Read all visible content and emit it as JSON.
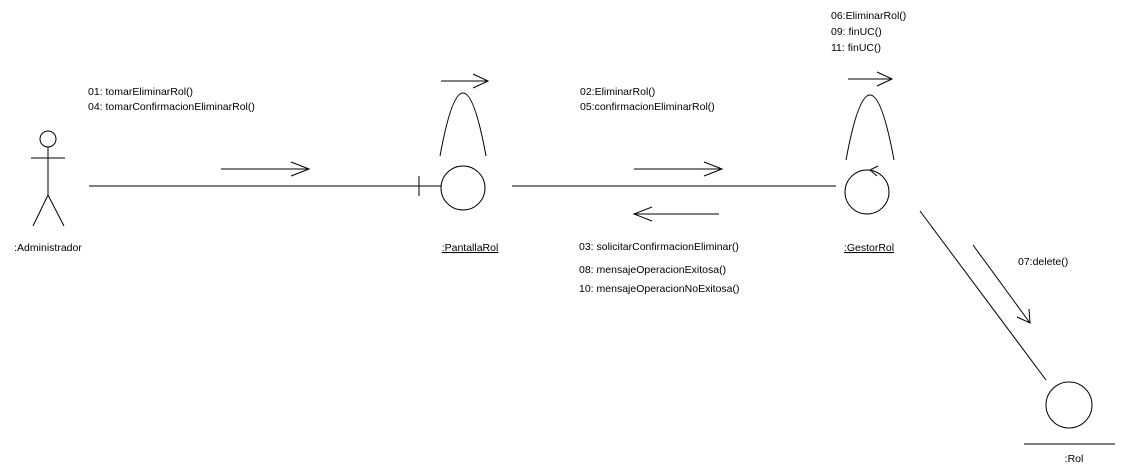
{
  "diagram": {
    "actor": {
      "name": ":Administrador"
    },
    "objects": {
      "boundary": {
        "name": ":PantallaRol"
      },
      "control": {
        "name": ":GestorRol"
      },
      "entity": {
        "name": ":Rol"
      }
    },
    "messages": {
      "actor_to_boundary": [
        "01: tomarEliminarRol()",
        "04: tomarConfirmacionEliminarRol()"
      ],
      "boundary_to_control": [
        "02:EliminarRol()",
        "05:confirmacionEliminarRol()"
      ],
      "control_to_boundary": [
        "03: solicitarConfirmacionEliminar()",
        "08: mensajeOperacionExitosa()",
        "10: mensajeOperacionNoExitosa()"
      ],
      "control_self": [
        "06:EliminarRol()",
        "09: finUC()",
        "11: finUC()"
      ],
      "control_to_entity": [
        "07:delete()"
      ]
    }
  }
}
